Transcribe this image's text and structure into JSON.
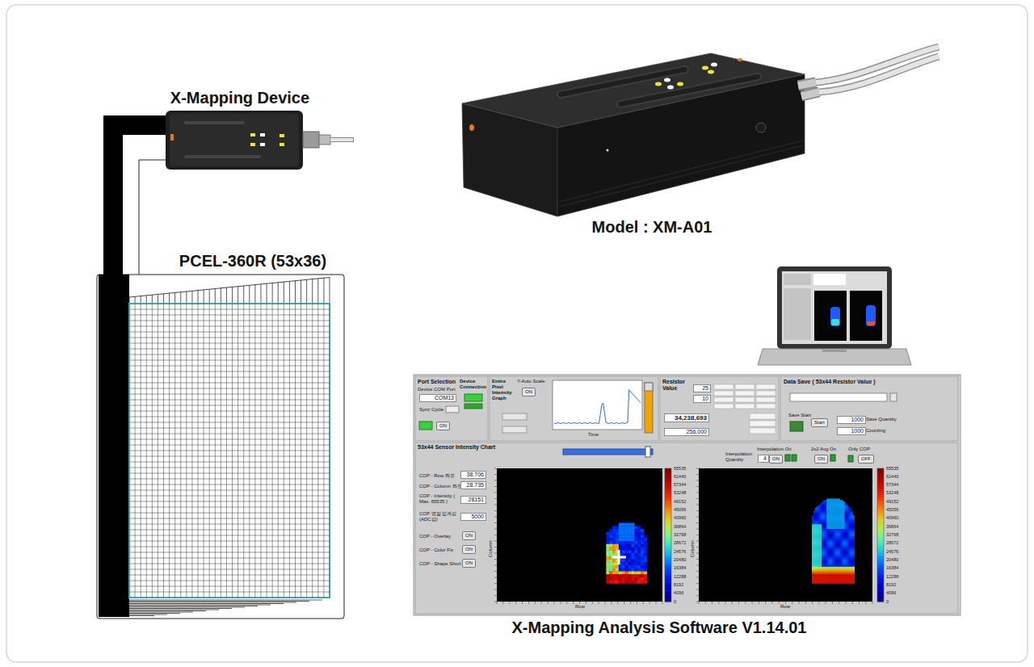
{
  "diagram": {
    "nodes": [
      {
        "text": [
          "X-Mapping Device"
        ]
      },
      {
        "text": [
          "PCEL-360R (53x36)"
        ]
      },
      {
        "text": [
          "Model : XM-A01"
        ]
      },
      {
        "text": [
          "X-Mapping Analysis Software V1.14.01"
        ]
      }
    ],
    "edges": [
      {
        "from": 0,
        "to": 1,
        "arrow": "none"
      }
    ],
    "labels": [
      "Port Selection",
      "Device COM Port",
      "COM13",
      "Device Connection",
      "Sync Cycle",
      "ON",
      "Entire Pixel Intensity Graph",
      "Y-Auto Scale",
      "ON",
      "Time",
      "Resistor Value",
      "25",
      "10",
      "34,238,693",
      "256,000",
      "Data Save ( 53x44 Resistor Value )",
      "Save Start",
      "Start",
      "1000",
      "Save Quantity",
      "1000",
      "Counting",
      "53x44 Sensor Intensity Chart",
      "Interpolation On",
      "Interpolation Quantity",
      "4",
      "ON",
      "2x2 Avg On",
      "ON",
      "Only COP",
      "OFF",
      "COP - Row 좌표",
      "38.706",
      "COP - Column 좌표",
      "28.735",
      "COP - Intensity ( Max. 65535 )",
      "28151",
      "COP 영점 임계값 (ADC값)",
      "5000",
      "COP - Overlay",
      "ON",
      "COP - Color Fix",
      "ON",
      "COP - Shape Short",
      "ON",
      "Column",
      "Row",
      "Column",
      "Row",
      "65535",
      "61440",
      "57344",
      "53248",
      "49152",
      "45056",
      "40960",
      "36864",
      "32768",
      "28672",
      "24576",
      "20480",
      "16384",
      "12288",
      "8192",
      "4096",
      "0",
      "65535",
      "61440",
      "57344",
      "53248",
      "49152",
      "45056",
      "40960",
      "36864",
      "32768",
      "28672",
      "24576",
      "20480",
      "16384",
      "12288",
      "8192",
      "4096",
      "0"
    ]
  }
}
